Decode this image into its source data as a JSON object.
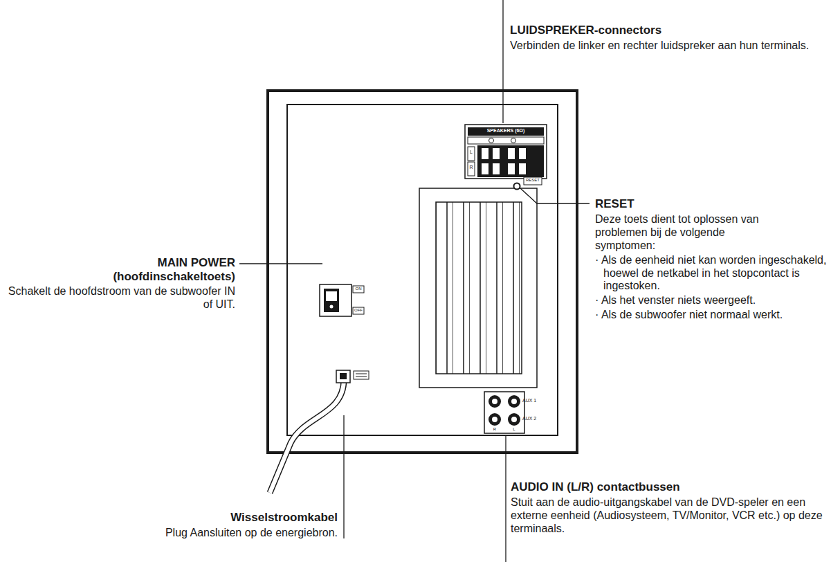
{
  "diagram": {
    "labels": [
      "LUIDSPREKER-connectors",
      "Verbinden de linker en rechter luidspreker aan hun terminals.",
      "RESET",
      "Deze toets dient tot oplossen van problemen bij de volgende symptomen:",
      "· Als de eenheid niet kan worden ingeschakeld, hoewel de netkabel in het stopcontact is ingestoken.",
      "· Als het venster niets weergeeft.",
      "· Als de subwoofer niet normaal werkt.",
      "MAIN POWER (hoofdinschakeltoets)",
      "Schakelt de hoofdstroom van de subwoofer IN of UIT.",
      "Wisselstroomkabel",
      "Plug Aansluiten op de energiebron.",
      "AUDIO IN (L/R) contactbussen",
      "Stuit aan de audio-uitgangskabel van de DVD-speler en een externe eenheid (Audiosysteem, TV/Monitor, VCR etc.) op deze terminaals.",
      "SPEAKERS (6Ω)",
      "L",
      "R",
      "RESET",
      "ON",
      "OFF",
      "AUX 1",
      "AUX 2",
      "R",
      "L"
    ]
  }
}
